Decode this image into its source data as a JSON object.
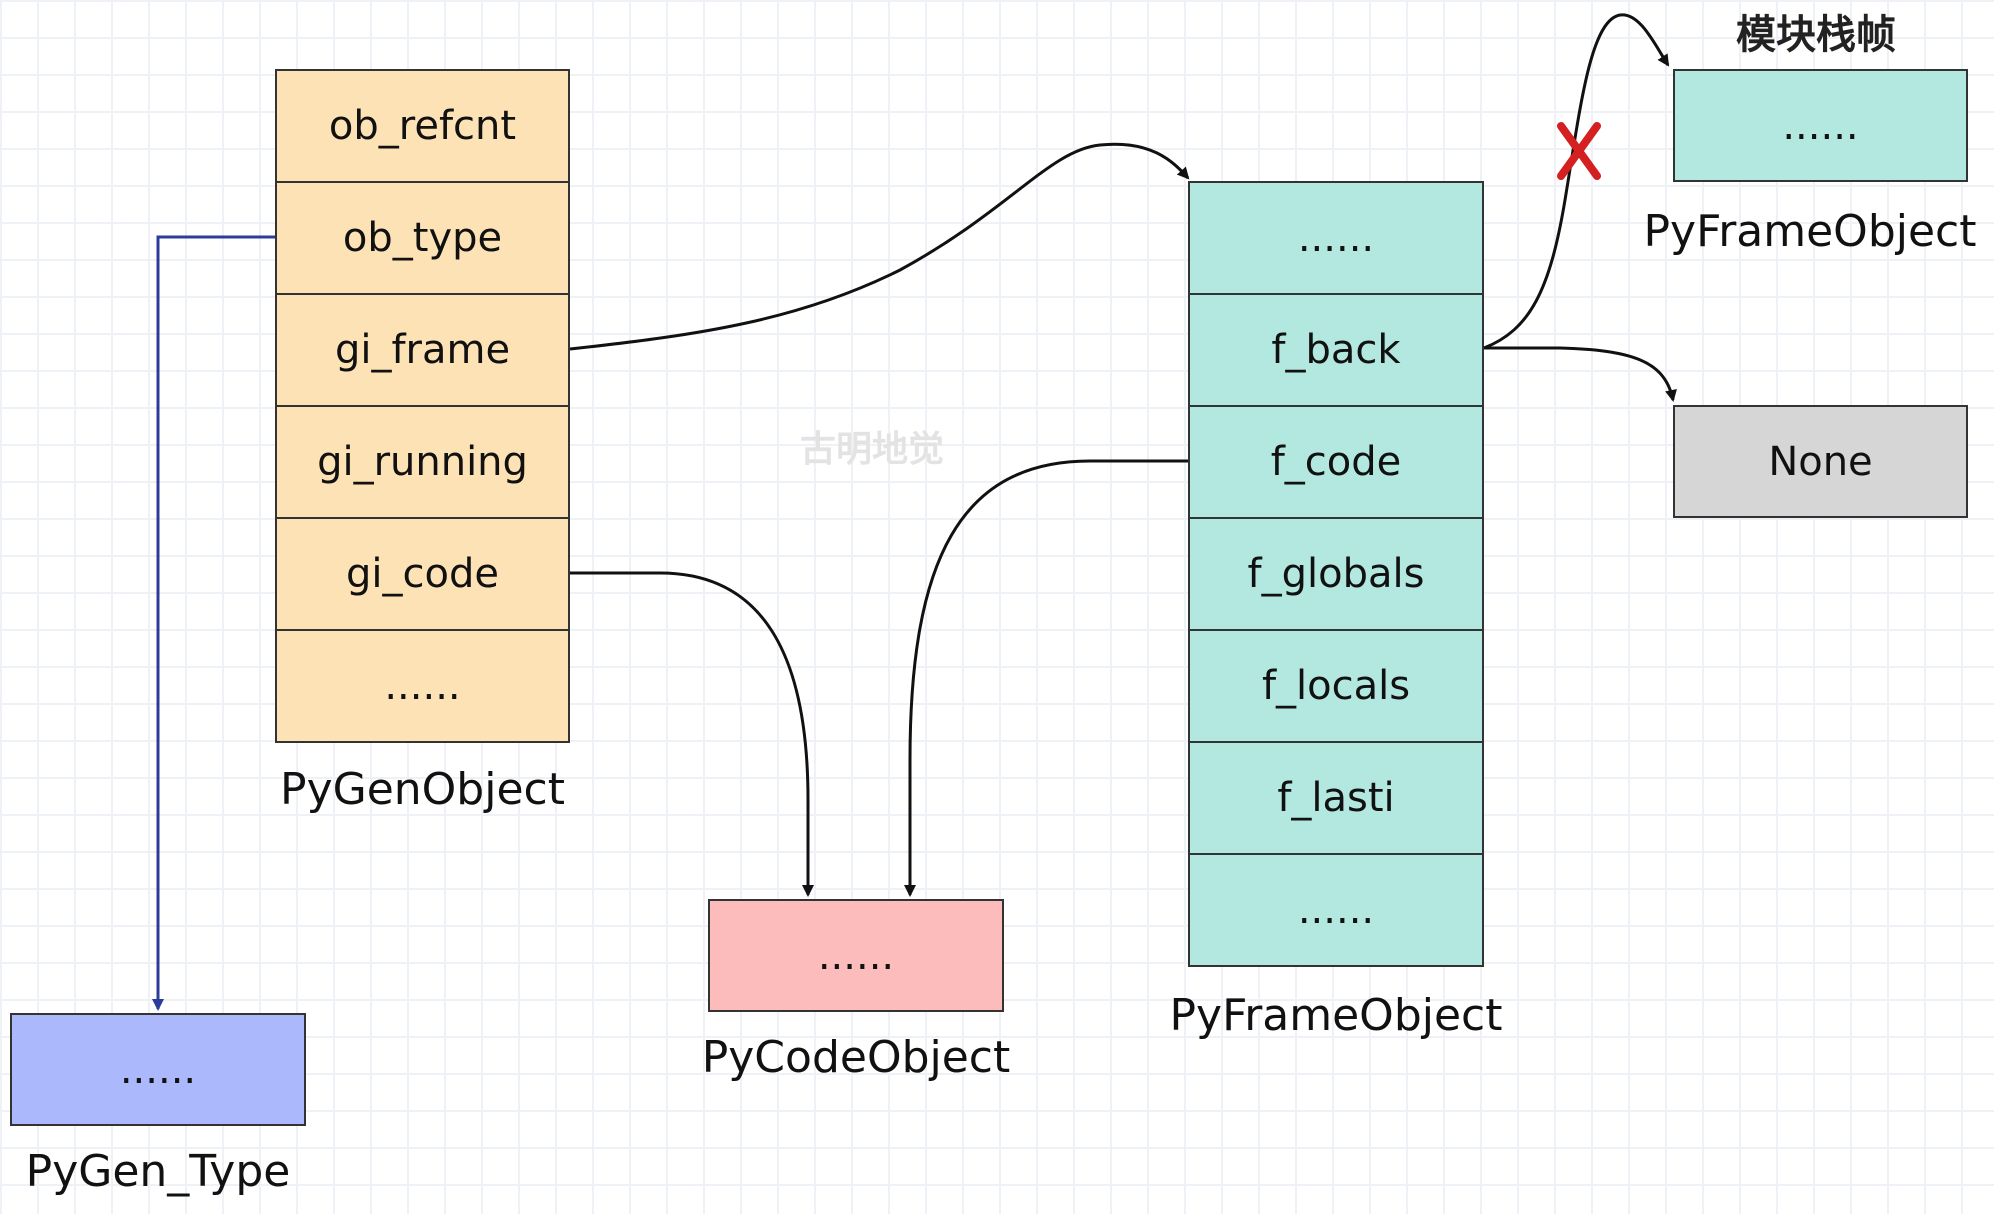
{
  "genobj": {
    "fields": [
      "ob_refcnt",
      "ob_type",
      "gi_frame",
      "gi_running",
      "gi_code",
      "......"
    ],
    "caption": "PyGenObject"
  },
  "frame": {
    "fields": [
      "......",
      "f_back",
      "f_code",
      "f_globals",
      "f_locals",
      "f_lasti",
      "......"
    ],
    "caption": "PyFrameObject"
  },
  "module_frame": {
    "heading": "模块栈帧",
    "cell": "......",
    "caption": "PyFrameObject"
  },
  "none_box": {
    "label": "None"
  },
  "code_obj": {
    "cell": "......",
    "caption": "PyCodeObject"
  },
  "gen_type": {
    "cell": "......",
    "caption": "PyGen_Type"
  },
  "watermark": "古明地觉",
  "colors": {
    "genobj_fill": "#fde2b5",
    "frame_fill": "#b2e8df",
    "code_fill": "#fdbcbc",
    "type_fill": "#abb8fb",
    "none_fill": "#d6d6d6",
    "type_link": "#2b3d9a",
    "cross_mark": "#d42020"
  }
}
